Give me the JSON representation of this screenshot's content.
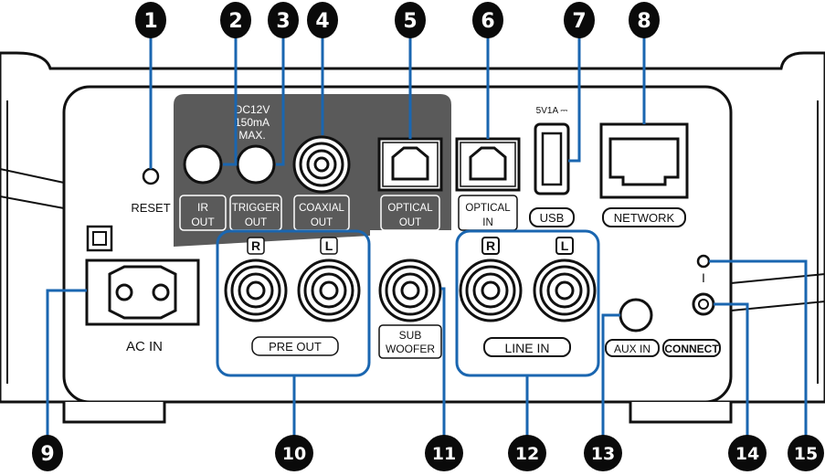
{
  "top_callouts": [
    "1",
    "2",
    "3",
    "4",
    "5",
    "6",
    "7",
    "8"
  ],
  "bottom_callouts": [
    "9",
    "10",
    "11",
    "12",
    "13",
    "14",
    "15"
  ],
  "labels": {
    "reset": "RESET",
    "dc_line1": "DC12V",
    "dc_line2": "150mA",
    "dc_line3": "MAX.",
    "ir_line1": "IR",
    "ir_line2": "OUT",
    "trigger_line1": "TRIGGER",
    "trigger_line2": "OUT",
    "coaxial_line1": "COAXIAL",
    "coaxial_line2": "OUT",
    "optical_out_line1": "OPTICAL",
    "optical_out_line2": "OUT",
    "optical_in_line1": "OPTICAL",
    "optical_in_line2": "IN",
    "usb_power": "5V1A ⎓",
    "usb": "USB",
    "network": "NETWORK",
    "ac_in": "AC IN",
    "pre_out_r": "R",
    "pre_out_l": "L",
    "pre_out": "PRE OUT",
    "sub_line1": "SUB",
    "sub_line2": "WOOFER",
    "line_in_r": "R",
    "line_in_l": "L",
    "line_in": "LINE IN",
    "aux_in": "AUX IN",
    "connect": "CONNECT",
    "connect_mark": "I"
  },
  "colors": {
    "callout_line": "#1a66b0",
    "callout_fill": "#0a0a0a",
    "panel_dark": "#5a5a5a"
  }
}
